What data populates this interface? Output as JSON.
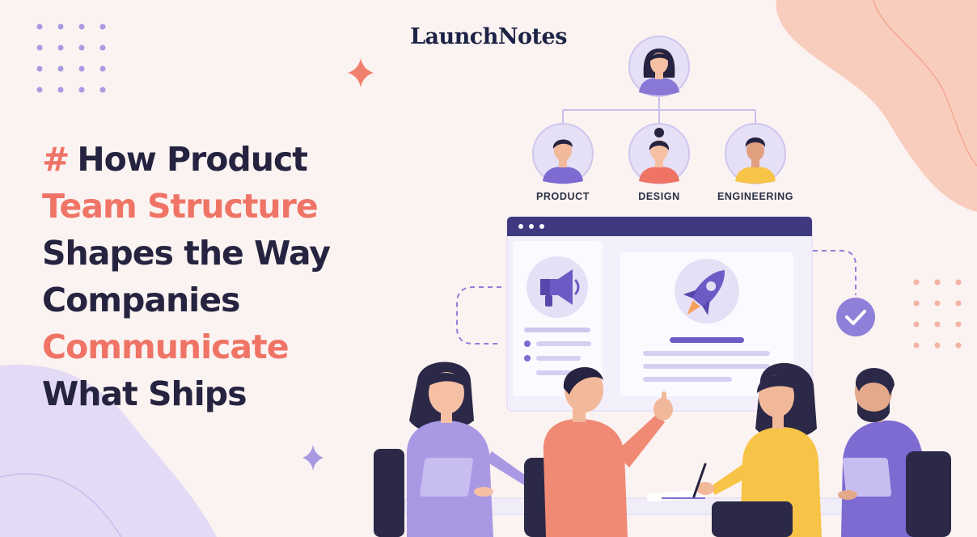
{
  "brand": {
    "name": "LaunchNotes"
  },
  "headline": {
    "hash": "#",
    "line1": "How Product",
    "line2": "Team Structure",
    "line3": "Shapes the Way",
    "line4": "Companies",
    "line5": "Communicate",
    "line6": "What Ships"
  },
  "org_chart": {
    "roles": [
      {
        "label": "PRODUCT"
      },
      {
        "label": "DESIGN"
      },
      {
        "label": "ENGINEERING"
      }
    ]
  },
  "colors": {
    "background": "#fbf3f1",
    "accent_coral": "#ef7466",
    "accent_purple": "#7d6bd2",
    "navy": "#25233f",
    "lavender": "#e6e0f6",
    "yellow": "#f8c447"
  },
  "icons": [
    "megaphone-icon",
    "rocket-icon",
    "checkmark-icon",
    "sparkle-icon"
  ]
}
